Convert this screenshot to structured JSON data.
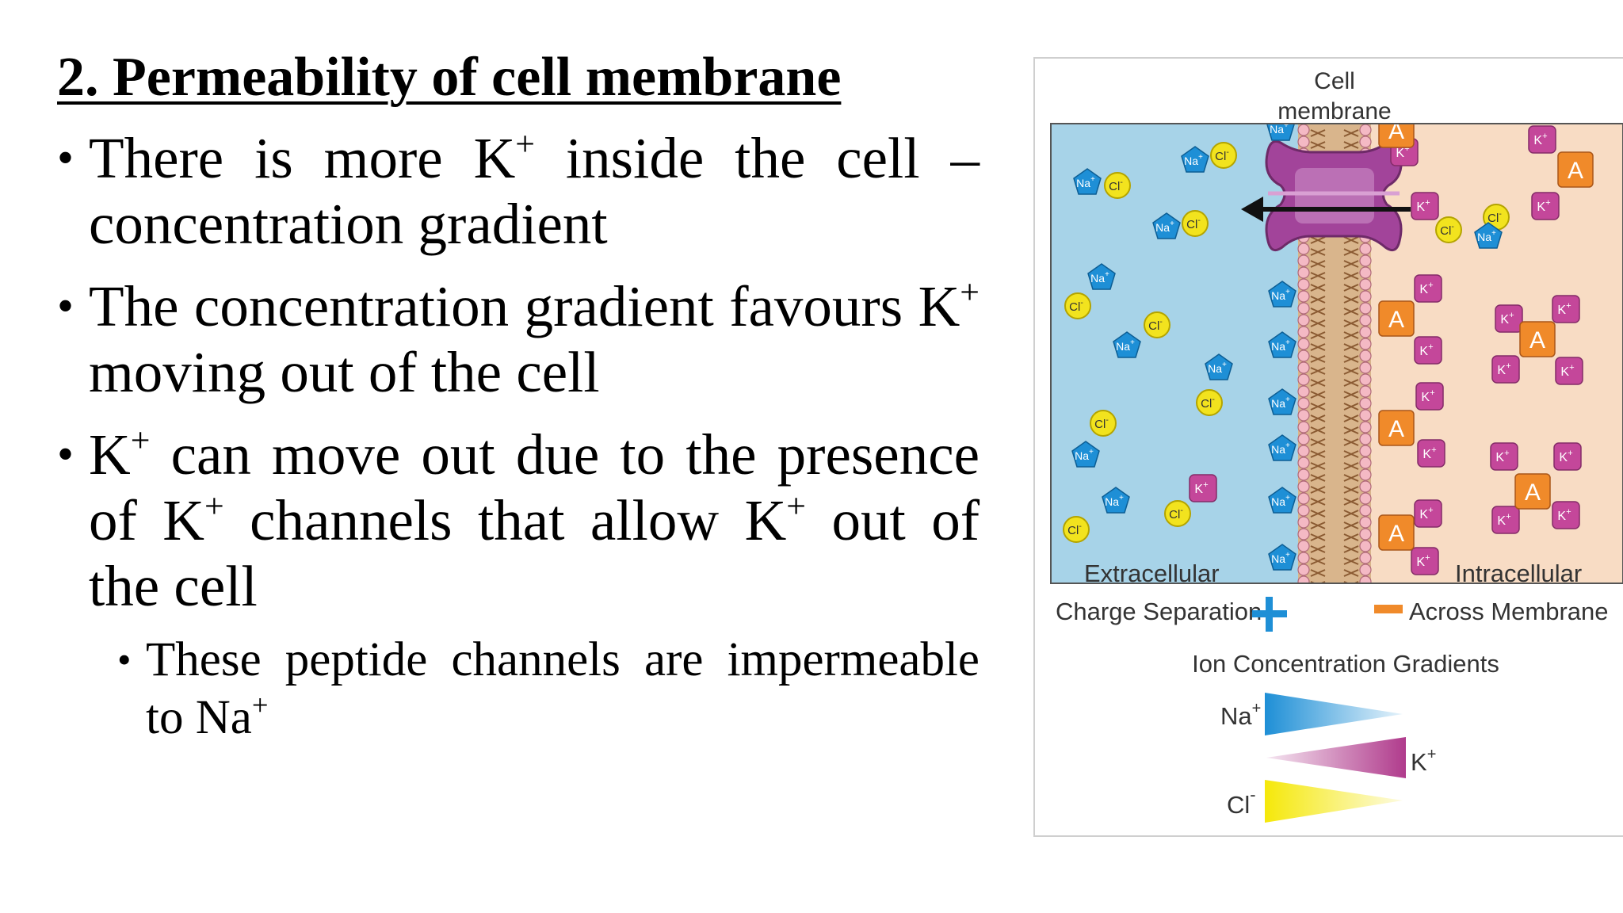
{
  "slide": {
    "title": "2. Permeability of  cell membrane",
    "bullets": [
      {
        "parts": [
          "There is more K",
          "+",
          "  inside the cell – concentration gradient"
        ]
      },
      {
        "parts": [
          "The concentration gradient favours K",
          "+",
          " moving out of the cell"
        ]
      },
      {
        "parts": [
          "K",
          "+",
          " can move out due to the presence of K",
          "+",
          " channels that allow K",
          "+",
          " out of the cell"
        ]
      }
    ],
    "sub_bullets": [
      {
        "parts": [
          "These peptide channels are impermeable to Na",
          "+"
        ]
      }
    ]
  },
  "figure": {
    "membrane_label_line1": "Cell",
    "membrane_label_line2": "membrane",
    "extracellular_label": "Extracellular",
    "intracellular_label": "Intracellular",
    "charge_left": "Charge Separation",
    "charge_right": "Across Membrane",
    "gradients_title": "Ion Concentration Gradients",
    "na_label": "Na",
    "k_label": "K",
    "cl_label": "Cl",
    "plus_sign": "+",
    "minus_sign": "-",
    "ion_na": "Na",
    "ion_k": "K",
    "ion_cl": "Cl",
    "ion_a": "A",
    "colors": {
      "extracellular": "#a7d3e8",
      "intracellular": "#f8dcc4",
      "na": "#1e8fd6",
      "k": "#c4479a",
      "cl": "#f2e31e",
      "anion": "#f08a2a",
      "channel": "#a2449a",
      "plus": "#1e8fd6",
      "minus": "#f08a2a"
    }
  }
}
